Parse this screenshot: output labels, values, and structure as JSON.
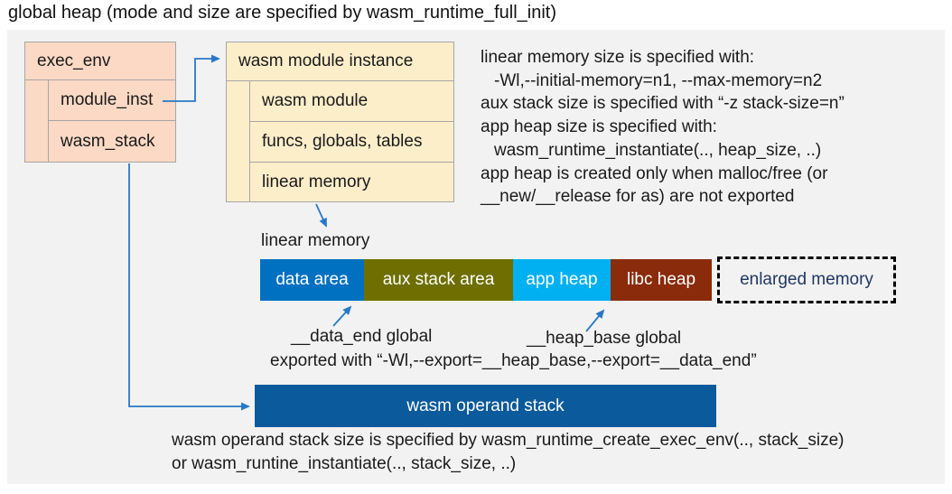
{
  "title": "global heap (mode and size are specified by wasm_runtime_full_init)",
  "exec_env_box": {
    "header": "exec_env",
    "rows": [
      "module_inst",
      "wasm_stack"
    ]
  },
  "module_instance_box": {
    "header": "wasm module instance",
    "rows": [
      "wasm module",
      "funcs, globals, tables",
      "linear memory"
    ]
  },
  "linear_memory_notes": {
    "lines": [
      "linear memory size is specified with:",
      "-Wl,--initial-memory=n1, --max-memory=n2",
      "aux stack size is specified with “-z stack-size=n”",
      "app heap size is specified with:",
      "wasm_runtime_instantiate(.., heap_size, ..)",
      "app heap is created only when malloc/free (or",
      "__new/__release for as) are not exported"
    ]
  },
  "linear_memory_label": "linear memory",
  "memory_bar": {
    "segments": [
      {
        "label": "data area",
        "color": "#0070c0"
      },
      {
        "label": "aux stack area",
        "color": "#6e6f00"
      },
      {
        "label": "app heap",
        "color": "#00b0f0"
      },
      {
        "label": "libc heap",
        "color": "#8a2b0c"
      },
      {
        "label": "enlarged memory",
        "color": "dashed-outline",
        "text_color": "#1f3864"
      }
    ]
  },
  "globals_annotations": {
    "data_end_label": "__data_end global",
    "heap_base_label": "__heap_base global",
    "export_note": "exported with “-Wl,--export=__heap_base,--export=__data_end”"
  },
  "operand_stack": {
    "label": "wasm operand stack",
    "color": "#0b5a9b",
    "note_line1": "wasm operand stack size is specified by wasm_runtime_create_exec_env(.., stack_size)",
    "note_line2": "or wasm_runtine_instantiate(.., stack_size, ..)"
  },
  "colors": {
    "panel_background": "#f2f2f2",
    "exec_env_fill": "#fbd9c5",
    "module_instance_fill": "#fdeeca",
    "box_border": "#a6a6a6",
    "arrow": "#2878c8"
  }
}
